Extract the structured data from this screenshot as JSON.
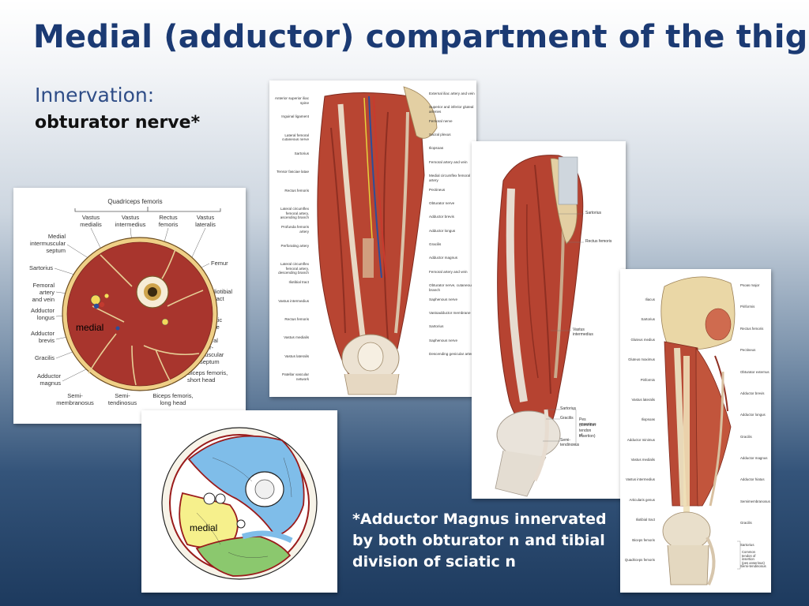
{
  "slide": {
    "title": "Medial (adductor) compartment of the thigh",
    "innervation_label": "Innervation:",
    "nerve": "obturator nerve*",
    "footnote": "*Adductor Magnus innervated by both obturator n and tibial division of sciatic n"
  },
  "cross_section": {
    "header": "Quadriceps femoris",
    "medial_tag": "medial",
    "labels": {
      "vastus_medialis": [
        "Vastus",
        "medialis"
      ],
      "vastus_intermedius": [
        "Vastus",
        "intermedius"
      ],
      "rectus_femoris": [
        "Rectus",
        "femoris"
      ],
      "vastus_lateralis": [
        "Vastus",
        "lateralis"
      ],
      "medial_septum": [
        "Medial",
        "intermuscular",
        "septum"
      ],
      "sartorius": [
        "Sartorius"
      ],
      "femoral_vessels": [
        "Femoral",
        "artery",
        "and vein"
      ],
      "adductor_longus": [
        "Adductor",
        "longus"
      ],
      "adductor_brevis": [
        "Adductor",
        "brevis"
      ],
      "gracilis": [
        "Gracilis"
      ],
      "adductor_magnus": [
        "Adductor",
        "magnus"
      ],
      "semimembranosus": [
        "Semi-",
        "membranosus"
      ],
      "semitendinosus": [
        "Semi-",
        "tendinosus"
      ],
      "biceps_long": [
        "Biceps femoris,",
        "long head"
      ],
      "biceps_short": [
        "Biceps femoris,",
        "short head"
      ],
      "lateral_septum": [
        "Lateral",
        "inter-",
        "muscular",
        "septum"
      ],
      "sciatic": [
        "Sciatic",
        "nerve"
      ],
      "iliotibial": [
        "Iliotibial",
        "tract"
      ],
      "femur": [
        "Femur"
      ]
    }
  },
  "compartment_diagram": {
    "medial_tag": "medial"
  },
  "anterior_view": {
    "left_labels": [
      "Anterior superior iliac spine",
      "Inguinal ligament",
      "Lateral femoral cutaneous nerve",
      "Sartorius",
      "Tensor fasciae latae",
      "Rectus femoris",
      "Lateral circumflex femoral artery, ascending branch",
      "Profunda femoris artery",
      "Perforating artery",
      "Lateral circumflex femoral artery, descending branch",
      "Iliotibial tract",
      "Vastus intermedius",
      "Rectus femoris",
      "Vastus medialis",
      "Vastus lateralis",
      "Patellar vascular network"
    ],
    "right_labels": [
      "External iliac artery and vein",
      "Superior and inferior gluteal arteries",
      "Femoral nerve",
      "Sacral plexus",
      "Iliopsoas",
      "Femoral artery and vein",
      "Medial circumflex femoral artery",
      "Pectineus",
      "Obturator nerve",
      "Adductor brevis",
      "Adductor longus",
      "Gracilis",
      "Adductor magnus",
      "Femoral artery and vein",
      "Obturator nerve, cutaneous branch",
      "Saphenous nerve",
      "Vastoadductor membrane",
      "Sartorius",
      "Saphenous nerve",
      "Descending genicular artery"
    ]
  },
  "medial_view": {
    "labels": [
      "Sartorius",
      "Rectus femoris",
      "Vastus intermedius",
      "Sartorius",
      "Gracilis",
      "Semi-tendinosus"
    ],
    "pes_anserinus": [
      "Pes anserinus",
      "(common",
      "tendon of",
      "insertion)"
    ]
  },
  "deep_view": {
    "left_labels": [
      "Iliacus",
      "Sartorius",
      "Gluteus medius",
      "Gluteus maximus",
      "Piriformis",
      "Vastus lateralis",
      "Iliopsoas",
      "Adductor minimus",
      "Vastus medialis",
      "Vastus intermedius",
      "Articularis genus",
      "Iliotibial tract",
      "Biceps femoris",
      "Quadriceps femoris"
    ],
    "right_labels": [
      "Psoas major",
      "Piriformis",
      "Rectus femoris",
      "Pectineus",
      "Obturator externus",
      "Adductor brevis",
      "Adductor longus",
      "Gracilis",
      "Adductor magnus",
      "Adductor hiatus",
      "Semimembranosus",
      "Gracilis",
      "Sartorius",
      "Semi-tendinosus"
    ],
    "bracket_labels": [
      "Common",
      "tendon of",
      "insertion",
      "(pes anserinus)"
    ]
  }
}
